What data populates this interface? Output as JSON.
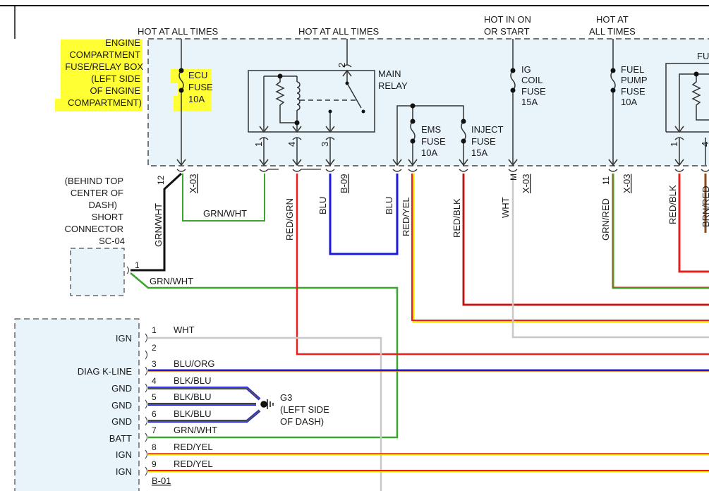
{
  "fuse_box": {
    "label": [
      "ENGINE",
      "COMPARTMENT",
      "FUSE/RELAY BOX",
      "(LEFT SIDE",
      "OF ENGINE",
      "COMPARTMENT)"
    ],
    "highlight_color": "#ffff33",
    "fill_color": "#e8f4fa"
  },
  "supply_labels": {
    "ecu": "HOT AT ALL TIMES",
    "relay": "HOT AT ALL TIMES",
    "ig_coil": [
      "HOT IN ON",
      "OR START"
    ],
    "fuel_pump": [
      "HOT AT",
      "ALL TIMES"
    ]
  },
  "fuses": {
    "ecu": [
      "ECU",
      "FUSE",
      "10A"
    ],
    "ig_coil": [
      "IG",
      "COIL",
      "FUSE",
      "15A"
    ],
    "fuel_pump": [
      "FUEL",
      "PUMP",
      "FUSE",
      "10A"
    ],
    "ems": [
      "EMS",
      "FUSE",
      "10A"
    ],
    "inject": [
      "INJECT",
      "FUSE",
      "15A"
    ]
  },
  "main_relay": {
    "label": [
      "MAIN",
      "RELAY"
    ],
    "pins": [
      "2",
      "1",
      "4",
      "3"
    ]
  },
  "fuel_relay": {
    "label": "FU",
    "pins": [
      "1",
      "4"
    ]
  },
  "connectors": {
    "x03": "X-03",
    "b09": "B-09",
    "b01": "B-01",
    "pin12": "12",
    "pinM": "M",
    "pin11": "11"
  },
  "wires": {
    "w_grnwht_v": "GRN/WHT",
    "w_grnwht_h": "GRN/WHT",
    "w_redgrn": "RED/GRN",
    "w_blu1": "BLU",
    "w_blu2": "BLU",
    "w_redyel": "RED/YEL",
    "w_redblk": "RED/BLK",
    "w_wht": "WHT",
    "w_grnred": "GRN/RED",
    "w_redblk2": "RED/BLK",
    "w_brnred": "BRN/RED",
    "w_grnwht_sc": "GRN/WHT"
  },
  "short_connector": {
    "label": [
      "(BEHIND TOP",
      "CENTER OF",
      "DASH)",
      "SHORT",
      "CONNECTOR",
      "SC-04"
    ],
    "pin": "1"
  },
  "diag_connector": {
    "pins": [
      {
        "num": "1",
        "func": "IGN",
        "wire": "WHT"
      },
      {
        "num": "2",
        "func": "",
        "wire": ""
      },
      {
        "num": "3",
        "func": "DIAG K-LINE",
        "wire": "BLU/ORG"
      },
      {
        "num": "4",
        "func": "GND",
        "wire": "BLK/BLU"
      },
      {
        "num": "5",
        "func": "GND",
        "wire": "BLK/BLU"
      },
      {
        "num": "6",
        "func": "GND",
        "wire": "BLK/BLU"
      },
      {
        "num": "7",
        "func": "BATT",
        "wire": "GRN/WHT"
      },
      {
        "num": "8",
        "func": "IGN",
        "wire": "RED/YEL"
      },
      {
        "num": "9",
        "func": "IGN",
        "wire": "RED/YEL"
      }
    ]
  },
  "ground": {
    "label": [
      "G3",
      "(LEFT SIDE",
      "OF DASH)"
    ]
  },
  "wire_colors": {
    "red": "#e8201c",
    "green": "#3aa52c",
    "blue": "#1a1adc",
    "yellow": "#f0e000",
    "white": "#c8c8c8",
    "black": "#111111",
    "gray": "#555555",
    "orange": "#ff8a00"
  }
}
